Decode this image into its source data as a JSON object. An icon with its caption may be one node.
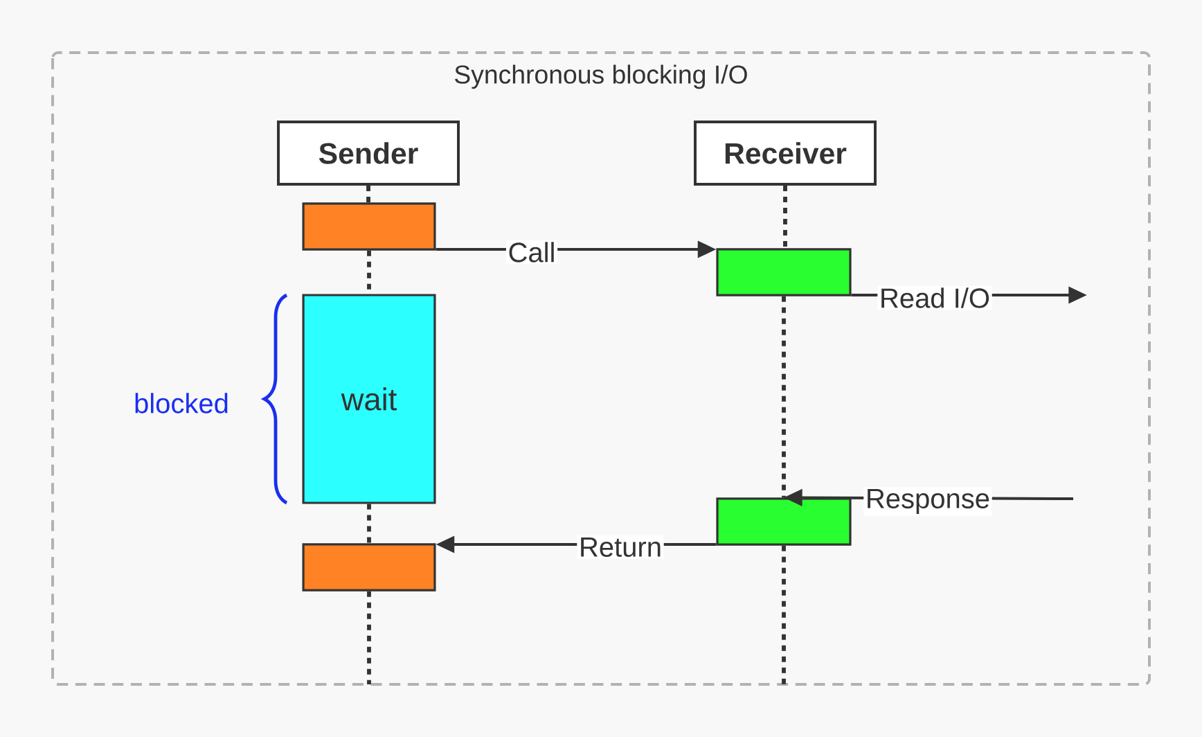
{
  "diagram": {
    "nodes": [
      {
        "text": [
          "Synchronous blocking I/O"
        ]
      },
      {
        "text": [
          "Sender"
        ],
        "in": 0
      },
      {
        "text": [
          "Receiver"
        ],
        "in": 0
      },
      {
        "text": [],
        "shape": "box",
        "in": 0
      },
      {
        "text": [],
        "shape": "box",
        "in": 0
      },
      {
        "text": [
          "wait"
        ],
        "in": 0
      },
      {
        "text": [],
        "shape": "box",
        "in": 0
      },
      {
        "text": [],
        "shape": "box",
        "in": 0
      }
    ],
    "edges": [
      {
        "from": 3,
        "to": 4,
        "arrow": "to",
        "label": "Call"
      },
      {
        "from": 4,
        "to": null,
        "arrow": "to",
        "label": "Read I/O"
      },
      {
        "from": null,
        "to": 6,
        "arrow": "to",
        "label": "Response"
      },
      {
        "from": 6,
        "to": 7,
        "arrow": "to",
        "label": "Return"
      },
      {
        "from": 1,
        "to": 3,
        "arrow": "none",
        "style": "dashed"
      },
      {
        "from": 3,
        "to": 5,
        "arrow": "none",
        "style": "dashed"
      },
      {
        "from": 5,
        "to": 7,
        "arrow": "none",
        "style": "dashed"
      },
      {
        "from": 7,
        "to": null,
        "arrow": "none",
        "style": "dashed"
      },
      {
        "from": 2,
        "to": 4,
        "arrow": "none",
        "style": "dashed"
      },
      {
        "from": 4,
        "to": 6,
        "arrow": "none",
        "style": "dashed"
      },
      {
        "from": 6,
        "to": null,
        "arrow": "none",
        "style": "dashed"
      }
    ],
    "labels": [
      "blocked"
    ]
  }
}
